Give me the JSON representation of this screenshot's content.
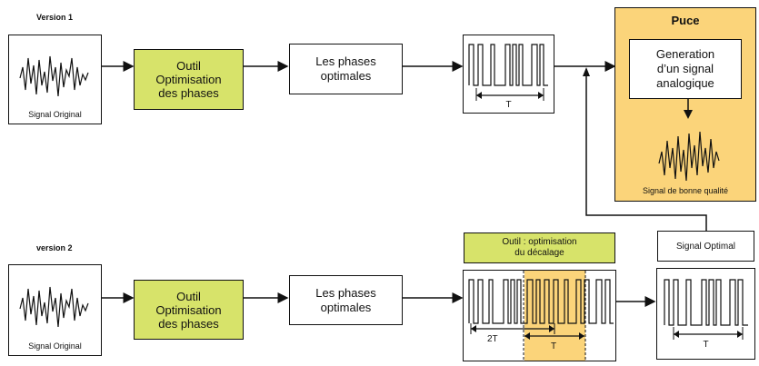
{
  "version1": {
    "title": "Version 1",
    "signal_label": "Signal Original",
    "tool_label": "Outil\nOptimisation\ndes phases",
    "phases_label": "Les phases\noptimales",
    "period_label": "T",
    "chip": {
      "title": "Puce",
      "generator_label": "Generation\nd’un signal\nanalogique",
      "output_label": "Signal de bonne qualité"
    }
  },
  "version2": {
    "title": "version 2",
    "signal_label": "Signal Original",
    "tool_label": "Outil\nOptimisation\ndes phases",
    "phases_label": "Les phases\noptimales",
    "offset_tool_label": "Outil : optimisation\ndu décalage",
    "span_2t": "2T",
    "span_t": "T",
    "optimal_label": "Signal Optimal",
    "optimal_period": "T"
  },
  "colors": {
    "tool_green": "#d7e36a",
    "chip_orange": "#fbd47a",
    "line": "#111111"
  }
}
